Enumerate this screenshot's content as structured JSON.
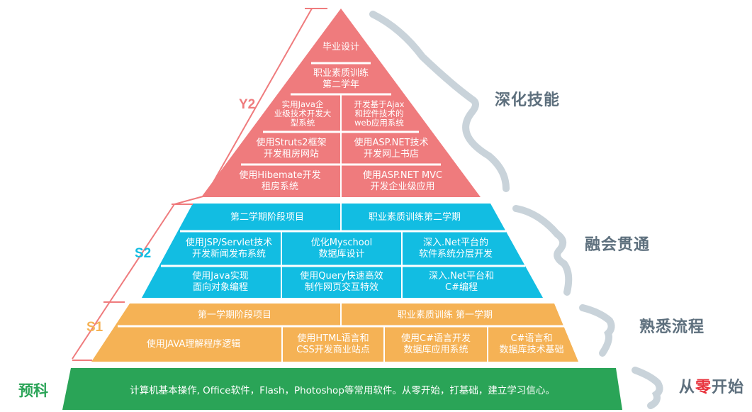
{
  "colors": {
    "y2": "#ef7b7d",
    "s2": "#12bde2",
    "s1": "#f5b255",
    "base": "#2aa457",
    "bracket": "#c9d3da",
    "side_text": "#5d6f7d",
    "zero_red": "#e8323c"
  },
  "stages": {
    "y2": "Y2",
    "s2": "S2",
    "s1": "S1",
    "prep": "预科"
  },
  "side_labels": {
    "deepen": "深化技能",
    "integrate": "融会贯通",
    "familiar": "熟悉流程",
    "zero_prefix": "从",
    "zero_char": "零",
    "zero_suffix": "开始"
  },
  "y2": {
    "top": "毕业设计",
    "training": "职业素质训练\n第二学年",
    "java_enterprise": "实用Java企\n业级技术开发大\n型系统",
    "ajax_web": "开发基于Ajax\n和控件技术的\nweb应用系统",
    "struts2": "使用Struts2框架\n开发租房网站",
    "aspnet_book": "使用ASP.NET技术\n开发网上书店",
    "hibernate": "使用Hibemate开发\n租房系统",
    "aspnet_mvc": "使用ASP.NET MVC\n开发企业级应用"
  },
  "s2": {
    "project": "第二学期阶段项目",
    "training": "职业素质训练第二学期",
    "jsp": "使用JSP/Servlet技术\n开发新闻发布系统",
    "myschool": "优化Myschool\n数据库设计",
    "net_layered": "深入.Net平台的\n软件系统分层开发",
    "java_oop": "使用Java实现\n面向对象编程",
    "query": "使用Query快速高效\n制作网页交互特效",
    "net_csharp": "深入.Net平台和\nC#编程"
  },
  "s1": {
    "project": "第一学期阶段项目",
    "training": "职业素质训练  第一学期",
    "java_logic": "使用JAVA理解程序逻辑",
    "html_css": "使用HTML语言和\nCSS开发商业站点",
    "csharp_db": "使用C#语言开发\n数据库应用系统",
    "csharp_basics": "C#语言和\n数据库技术基础"
  },
  "prep": {
    "text": "计算机基本操作, Office软件，Flash，Photoshop等常用软件。从零开始，打基础，建立学习信心。"
  }
}
